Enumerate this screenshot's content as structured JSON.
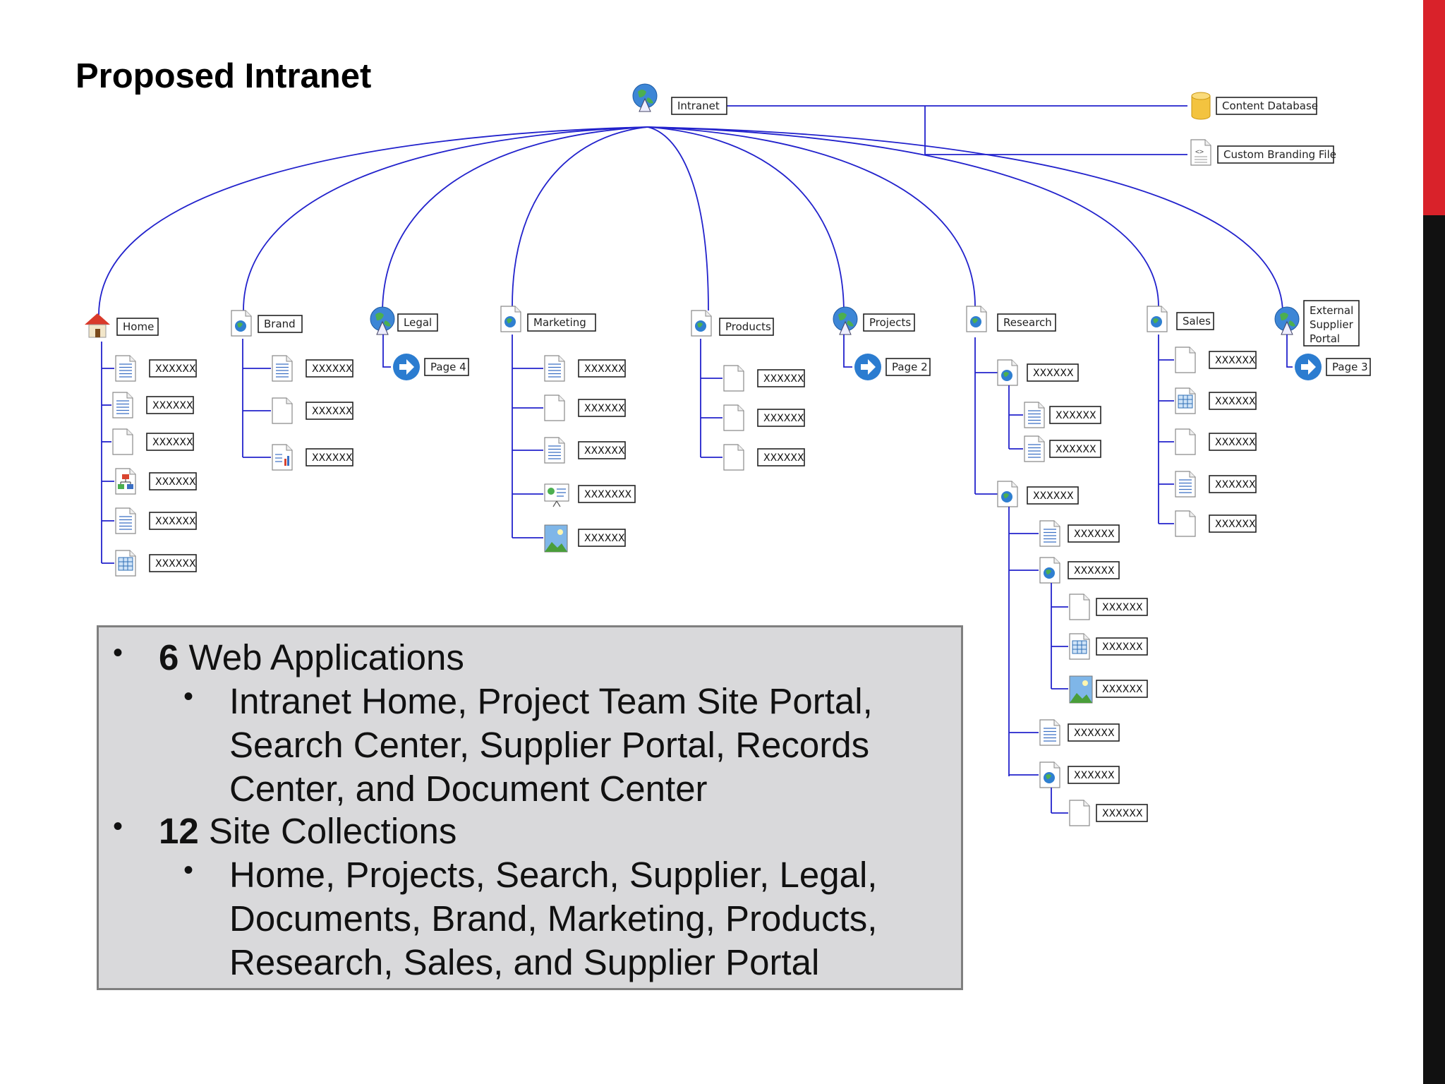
{
  "title": "Proposed Intranet",
  "diagram": {
    "root": {
      "label": "Intranet",
      "icon": "globe-site-icon"
    },
    "side_nodes": [
      {
        "label": "Content Database",
        "icon": "database-icon"
      },
      {
        "label": "Custom Branding File",
        "icon": "code-file-icon"
      }
    ],
    "branches": [
      {
        "label": "Home",
        "icon": "home-icon",
        "children": [
          {
            "label": "XXXXXX",
            "icon": "document-icon"
          },
          {
            "label": "XXXXXX",
            "icon": "document-icon"
          },
          {
            "label": "XXXXXX",
            "icon": "blank-page-icon"
          },
          {
            "label": "XXXXXX",
            "icon": "workflow-icon"
          },
          {
            "label": "XXXXXX",
            "icon": "document-icon"
          },
          {
            "label": "XXXXXX",
            "icon": "spreadsheet-icon"
          }
        ]
      },
      {
        "label": "Brand",
        "icon": "site-page-icon",
        "children": [
          {
            "label": "XXXXXX",
            "icon": "document-icon"
          },
          {
            "label": "XXXXXX",
            "icon": "blank-page-icon"
          },
          {
            "label": "XXXXXX",
            "icon": "report-icon"
          }
        ]
      },
      {
        "label": "Legal",
        "icon": "globe-site-icon",
        "children": [
          {
            "label": "Page 4",
            "icon": "link-arrow-icon"
          }
        ]
      },
      {
        "label": "Marketing",
        "icon": "site-page-icon",
        "children": [
          {
            "label": "XXXXXX",
            "icon": "document-icon"
          },
          {
            "label": "XXXXXX",
            "icon": "blank-page-icon"
          },
          {
            "label": "XXXXXX",
            "icon": "document-icon"
          },
          {
            "label": "XXXXXXX",
            "icon": "presentation-icon"
          },
          {
            "label": "XXXXXX",
            "icon": "image-icon"
          }
        ]
      },
      {
        "label": "Products",
        "icon": "site-page-icon",
        "children": [
          {
            "label": "XXXXXX",
            "icon": "blank-page-icon"
          },
          {
            "label": "XXXXXX",
            "icon": "blank-page-icon"
          },
          {
            "label": "XXXXXX",
            "icon": "blank-page-icon"
          }
        ]
      },
      {
        "label": "Projects",
        "icon": "globe-site-icon",
        "children": [
          {
            "label": "Page 2",
            "icon": "link-arrow-icon"
          }
        ]
      },
      {
        "label": "Research",
        "icon": "site-page-icon",
        "children": [
          {
            "label": "XXXXXX",
            "icon": "site-page-icon",
            "children": [
              {
                "label": "XXXXXX",
                "icon": "document-icon"
              },
              {
                "label": "XXXXXX",
                "icon": "document-icon"
              }
            ]
          },
          {
            "label": "XXXXXX",
            "icon": "site-page-icon",
            "children": [
              {
                "label": "XXXXXX",
                "icon": "document-icon"
              },
              {
                "label": "XXXXXX",
                "icon": "site-page-icon",
                "children": [
                  {
                    "label": "XXXXXX",
                    "icon": "blank-page-icon"
                  },
                  {
                    "label": "XXXXXX",
                    "icon": "spreadsheet-icon"
                  },
                  {
                    "label": "XXXXXX",
                    "icon": "image-icon"
                  }
                ]
              },
              {
                "label": "XXXXXX",
                "icon": "document-icon"
              },
              {
                "label": "XXXXXX",
                "icon": "site-page-icon",
                "children": [
                  {
                    "label": "XXXXXX",
                    "icon": "blank-page-icon"
                  }
                ]
              }
            ]
          }
        ]
      },
      {
        "label": "Sales",
        "icon": "site-page-icon",
        "children": [
          {
            "label": "XXXXXX",
            "icon": "blank-page-icon"
          },
          {
            "label": "XXXXXX",
            "icon": "spreadsheet-icon"
          },
          {
            "label": "XXXXXX",
            "icon": "blank-page-icon"
          },
          {
            "label": "XXXXXX",
            "icon": "document-icon"
          },
          {
            "label": "XXXXXX",
            "icon": "blank-page-icon"
          }
        ]
      },
      {
        "label": "External Supplier Portal",
        "label_lines": [
          "External",
          "Supplier",
          "Portal"
        ],
        "icon": "globe-site-icon",
        "children": [
          {
            "label": "Page 3",
            "icon": "link-arrow-icon"
          }
        ]
      }
    ],
    "colors": {
      "connector": "#2222cc",
      "box_border": "#222222"
    }
  },
  "bullets": {
    "web_apps": {
      "count": "6",
      "text": " Web Applications",
      "detail_lines": [
        "Intranet Home, Project Team Site Portal,",
        "Search Center, Supplier Portal, Records",
        "Center, and Document Center"
      ]
    },
    "site_collections": {
      "count": "12",
      "text": " Site Collections",
      "detail_lines": [
        "Home, Projects, Search, Supplier, Legal,",
        "Documents, Brand, Marketing, Products,",
        "Research, Sales, and Supplier Portal"
      ]
    }
  },
  "colors": {
    "accent_red": "#d9222a",
    "accent_black": "#111111",
    "box_fill": "#d9d9db"
  }
}
